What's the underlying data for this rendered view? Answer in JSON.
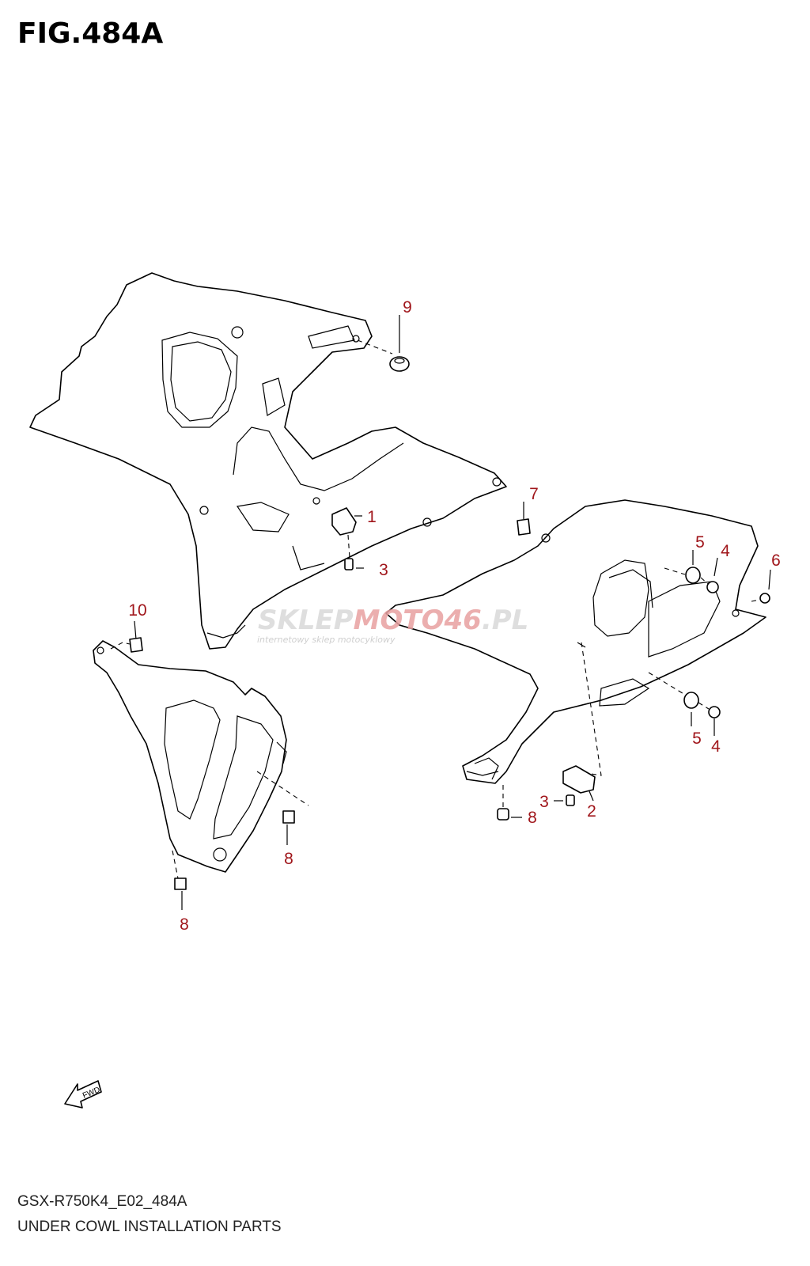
{
  "figure": {
    "title": "FIG.484A",
    "model_code": "GSX-R750K4_E02_484A",
    "caption": "UNDER COWL INSTALLATION PARTS"
  },
  "callouts": [
    {
      "id": "c1",
      "label": "1"
    },
    {
      "id": "c2",
      "label": "2"
    },
    {
      "id": "c3a",
      "label": "3"
    },
    {
      "id": "c3b",
      "label": "3"
    },
    {
      "id": "c4a",
      "label": "4"
    },
    {
      "id": "c4b",
      "label": "4"
    },
    {
      "id": "c5a",
      "label": "5"
    },
    {
      "id": "c5b",
      "label": "5"
    },
    {
      "id": "c6",
      "label": "6"
    },
    {
      "id": "c7",
      "label": "7"
    },
    {
      "id": "c8a",
      "label": "8"
    },
    {
      "id": "c8b",
      "label": "8"
    },
    {
      "id": "c8c",
      "label": "8"
    },
    {
      "id": "c9",
      "label": "9"
    },
    {
      "id": "c10",
      "label": "10"
    }
  ],
  "watermark": {
    "brand_a": "SKLEP",
    "brand_b": "MOTO",
    "brand_c": "46",
    "brand_d": ".PL",
    "tagline": "internetowy sklep motocyklowy"
  },
  "fwd_label": "FWD",
  "colors": {
    "callout": "#a0161b",
    "line": "#000000",
    "watermark": "#d9d9d9",
    "watermark_accent": "#e8a0a0"
  }
}
